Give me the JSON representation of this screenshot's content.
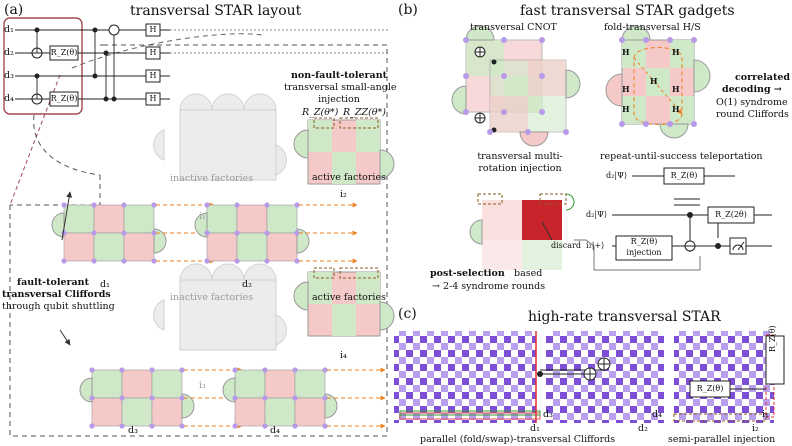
{
  "panel_a": {
    "letter": "(a)",
    "title": "transversal STAR layout",
    "qubits": [
      "d₁",
      "d₂",
      "d₃",
      "d₄"
    ],
    "gate_h": "H",
    "gate_rz": "R_Z(θ)",
    "nft_title": "non-fault-tolerant",
    "nft_sub1": "transversal small-angle",
    "nft_sub2": "injection",
    "rz_star": "R_Z(θ*)",
    "rzz_star": "R_ZZ(θ*)",
    "inactive": "inactive factories",
    "active": "active factories",
    "ft_title1": "fault-tolerant",
    "ft_title2": "transversal Cliffords",
    "ft_sub": "through qubit shuttling",
    "factory_labels": [
      "i₁",
      "i₂",
      "i₃",
      "i₄"
    ],
    "data_labels": [
      "d₁",
      "d₂",
      "d₃",
      "d₄"
    ]
  },
  "panel_b": {
    "letter": "(b)",
    "title": "fast transversal STAR gadgets",
    "cnot": "transversal CNOT",
    "fold": "fold-transversal H/S",
    "h": "H",
    "corr1": "correlated",
    "corr2": "decoding →",
    "corr3": "O(1) syndrome",
    "corr4": "round Cliffords",
    "multi1": "transversal multi-",
    "multi2": "rotation injection",
    "discard": "discard",
    "post1": "post-selection",
    "post2": "based",
    "post3": "→ 2-4 syndrome rounds",
    "rus": "repeat-until-success teleportation",
    "ket_d2": "d₂|Ψ⟩",
    "ket_d": "d₂|Ψ⟩",
    "ket_i": "i₂|+⟩",
    "gate_rz": "R_Z(θ)",
    "gate_rz2": "R_Z(2θ)",
    "injection": "injection"
  },
  "panel_c": {
    "letter": "(c)",
    "title": "high-rate transversal STAR",
    "labels": [
      "d₁",
      "d₃",
      "d₂",
      "d₄",
      "i₁",
      "i₂"
    ],
    "rz": "R_Z(θ)",
    "cap_left": "parallel (fold/swap)-transversal Cliffords",
    "cap_right": "semi-parallel injection"
  },
  "colors": {
    "green": "#cfe9c8",
    "pink": "#f6c9c9",
    "purple": "#7b4fd0",
    "orange": "#f07d1e",
    "darkred": "#c0272d",
    "maroon": "#a24a50",
    "grey": "#dcdcdc",
    "node": "#b79ae8"
  }
}
